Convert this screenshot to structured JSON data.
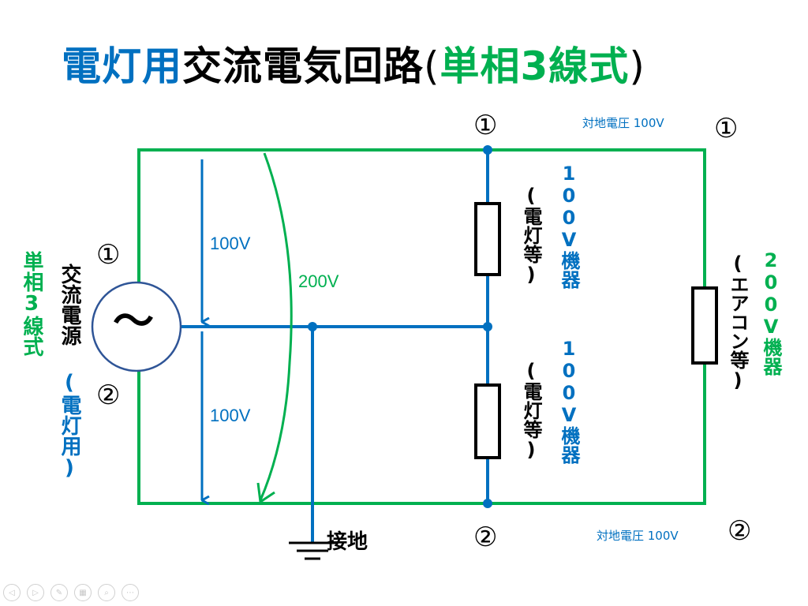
{
  "title": {
    "part1": "電灯用",
    "part2": "交流電気回路",
    "paren_open": "(",
    "part3": "単相3線式",
    "paren_close": ")"
  },
  "colors": {
    "blue": "#0070C0",
    "green": "#00B050",
    "source_outline": "#2F5597"
  },
  "labels": {
    "system_type": "単相3線式",
    "source_main": "交流電源",
    "source_sub": "(電灯用)",
    "terminal_1": "①",
    "terminal_2": "②",
    "node_top": "①",
    "node_bottom": "②",
    "right_top": "①",
    "right_bottom": "②",
    "ground_voltage_top": "対地電圧 100V",
    "ground_voltage_bottom": "対地電圧 100V",
    "voltage_upper": "100V",
    "voltage_lower": "100V",
    "voltage_total": "200V",
    "ground": "接地",
    "device_100v_upper_type": "100V機器",
    "device_100v_upper_note": "(電灯等)",
    "device_100v_lower_type": "100V機器",
    "device_100v_lower_note": "(電灯等)",
    "device_200v_type": "200V機器",
    "device_200v_note": "(エアコン等)",
    "source_symbol": "〜"
  },
  "toolbar": [
    {
      "name": "prev-slide-button",
      "icon": "◁"
    },
    {
      "name": "next-slide-button",
      "icon": "▷"
    },
    {
      "name": "pen-button",
      "icon": "✎"
    },
    {
      "name": "slides-button",
      "icon": "▦"
    },
    {
      "name": "zoom-button",
      "icon": "⌕"
    },
    {
      "name": "more-button",
      "icon": "⋯"
    }
  ]
}
